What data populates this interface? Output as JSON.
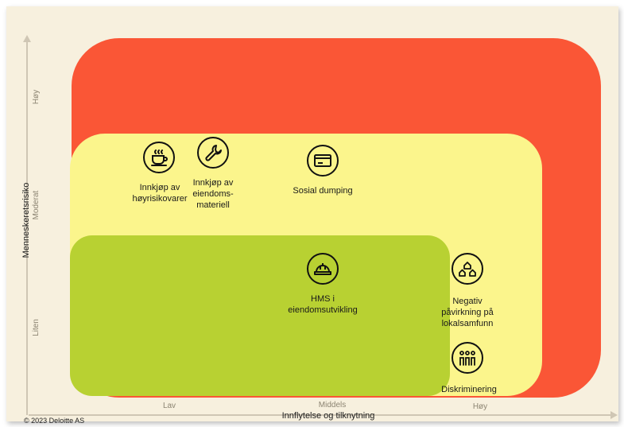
{
  "y_axis": {
    "title": "Menneskeretsrisiko",
    "ticks": [
      "Høy",
      "Moderat",
      "Liten"
    ]
  },
  "x_axis": {
    "title": "Innflytelse og tilknytning",
    "ticks": [
      "Lav",
      "Middels",
      "Høy"
    ]
  },
  "zones": [
    {
      "level": "Høy",
      "color": "#fa5636"
    },
    {
      "level": "Moderat",
      "color": "#fbf58c"
    },
    {
      "level": "Liten",
      "color": "#b8d132"
    }
  ],
  "items": [
    {
      "label": "Innkjøp av\nhøyrisikovarer",
      "icon": "coffee-cup-icon"
    },
    {
      "label": "Innkjøp av\neiendoms-\nmateriell",
      "icon": "wrench-icon"
    },
    {
      "label": "Sosial dumping",
      "icon": "card-icon"
    },
    {
      "label": "HMS i\neiendomsutvikling",
      "icon": "hard-hat-icon"
    },
    {
      "label": "Negativ\npåvirkning på\nlokalsamfunn",
      "icon": "houses-icon"
    },
    {
      "label": "Diskriminering",
      "icon": "people-icon"
    }
  ],
  "footer": {
    "copyright": "© 2023 Deloitte AS"
  }
}
